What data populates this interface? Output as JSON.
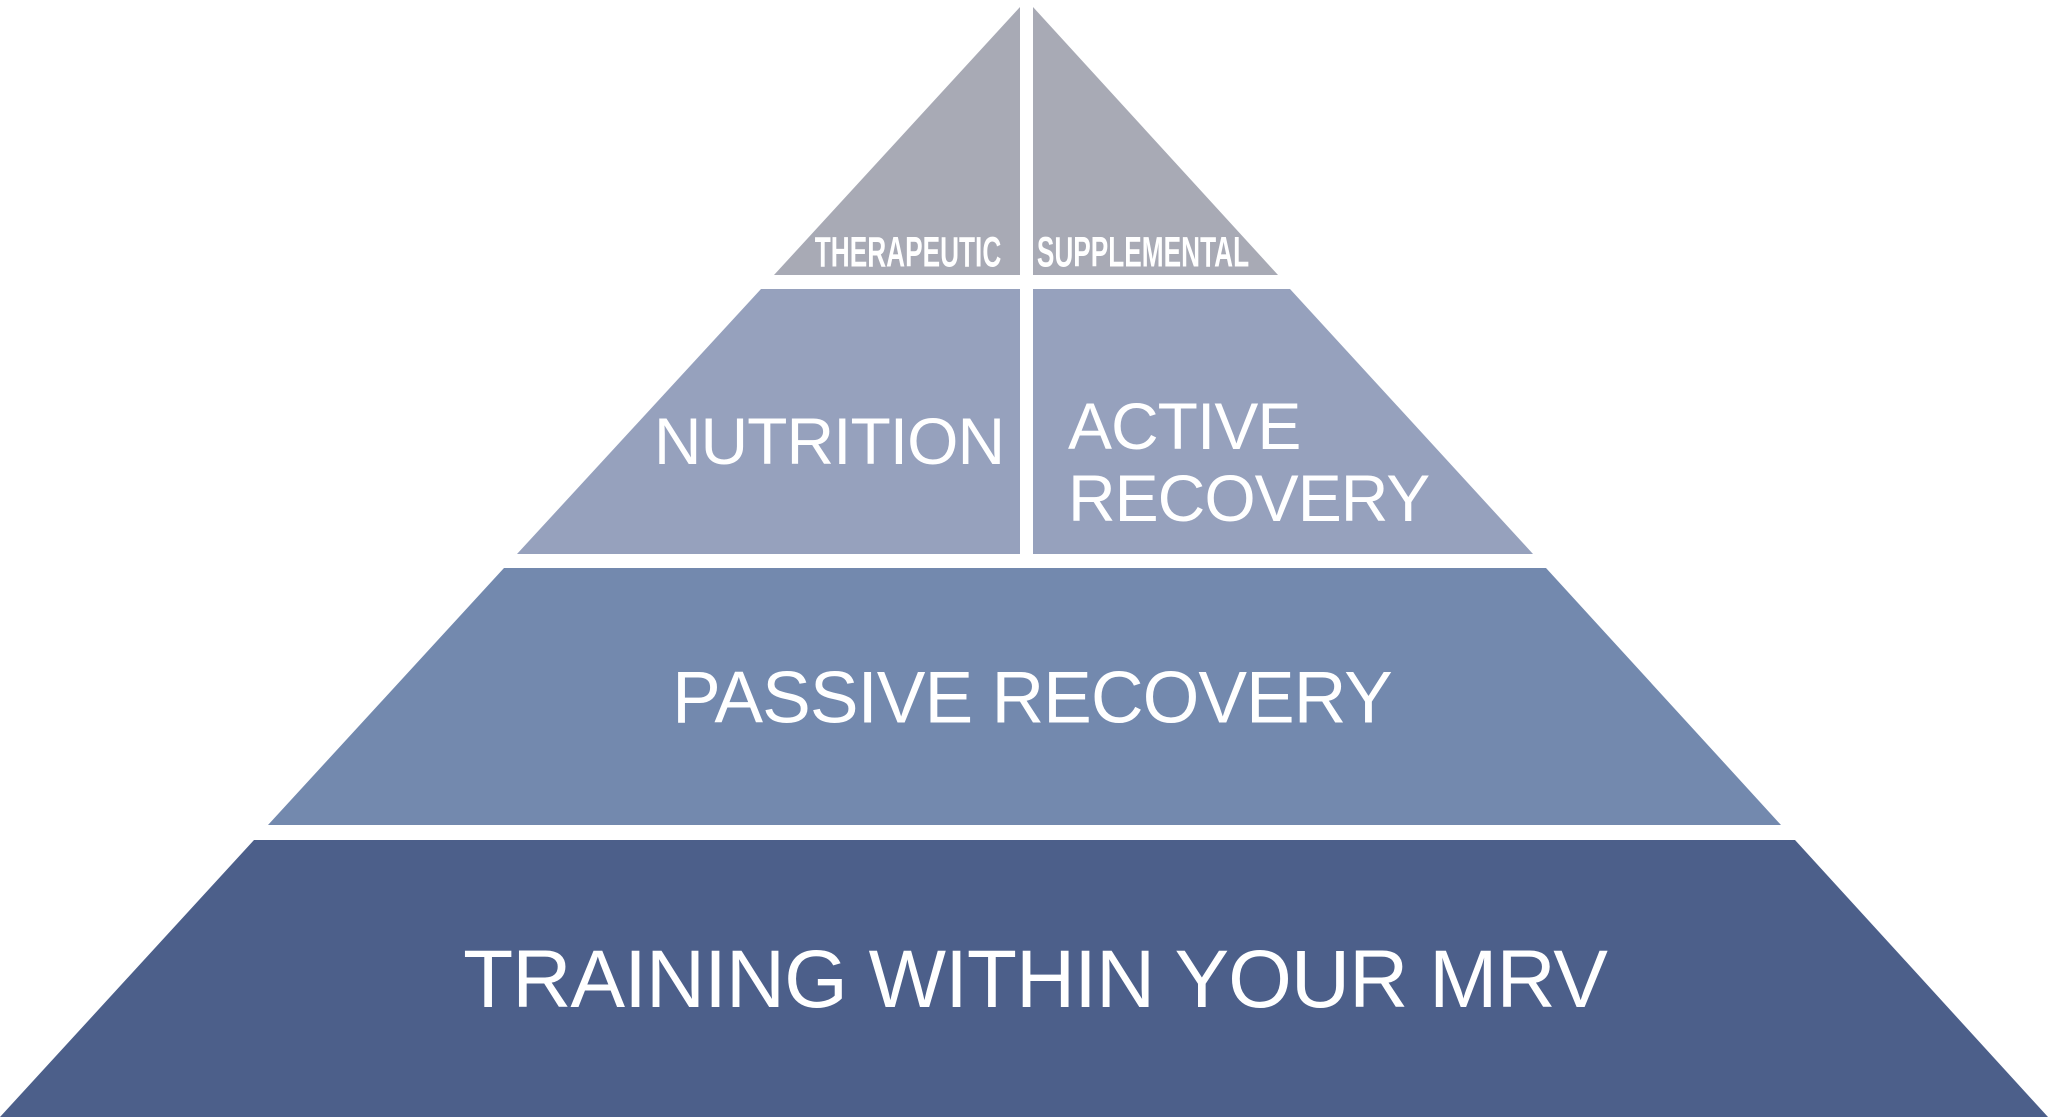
{
  "pyramid": {
    "description": "Recovery priorities pyramid with four tiers",
    "background_color": "#ffffff",
    "divider_color": "#ffffff",
    "text_color": "#ffffff",
    "levels": [
      {
        "name": "tier-1-top",
        "color": "#a8aab5",
        "segments": [
          {
            "label": "THERAPEUTIC"
          },
          {
            "label": "SUPPLEMENTAL"
          }
        ]
      },
      {
        "name": "tier-2",
        "color": "#96a1bd",
        "segments": [
          {
            "label": "NUTRITION"
          },
          {
            "label": "ACTIVE RECOVERY",
            "lines": [
              "ACTIVE",
              "RECOVERY"
            ]
          }
        ]
      },
      {
        "name": "tier-3",
        "color": "#7389ae",
        "label": "PASSIVE RECOVERY"
      },
      {
        "name": "tier-4-base",
        "color": "#4c5f8a",
        "label": "TRAINING WITHIN YOUR MRV"
      }
    ]
  }
}
